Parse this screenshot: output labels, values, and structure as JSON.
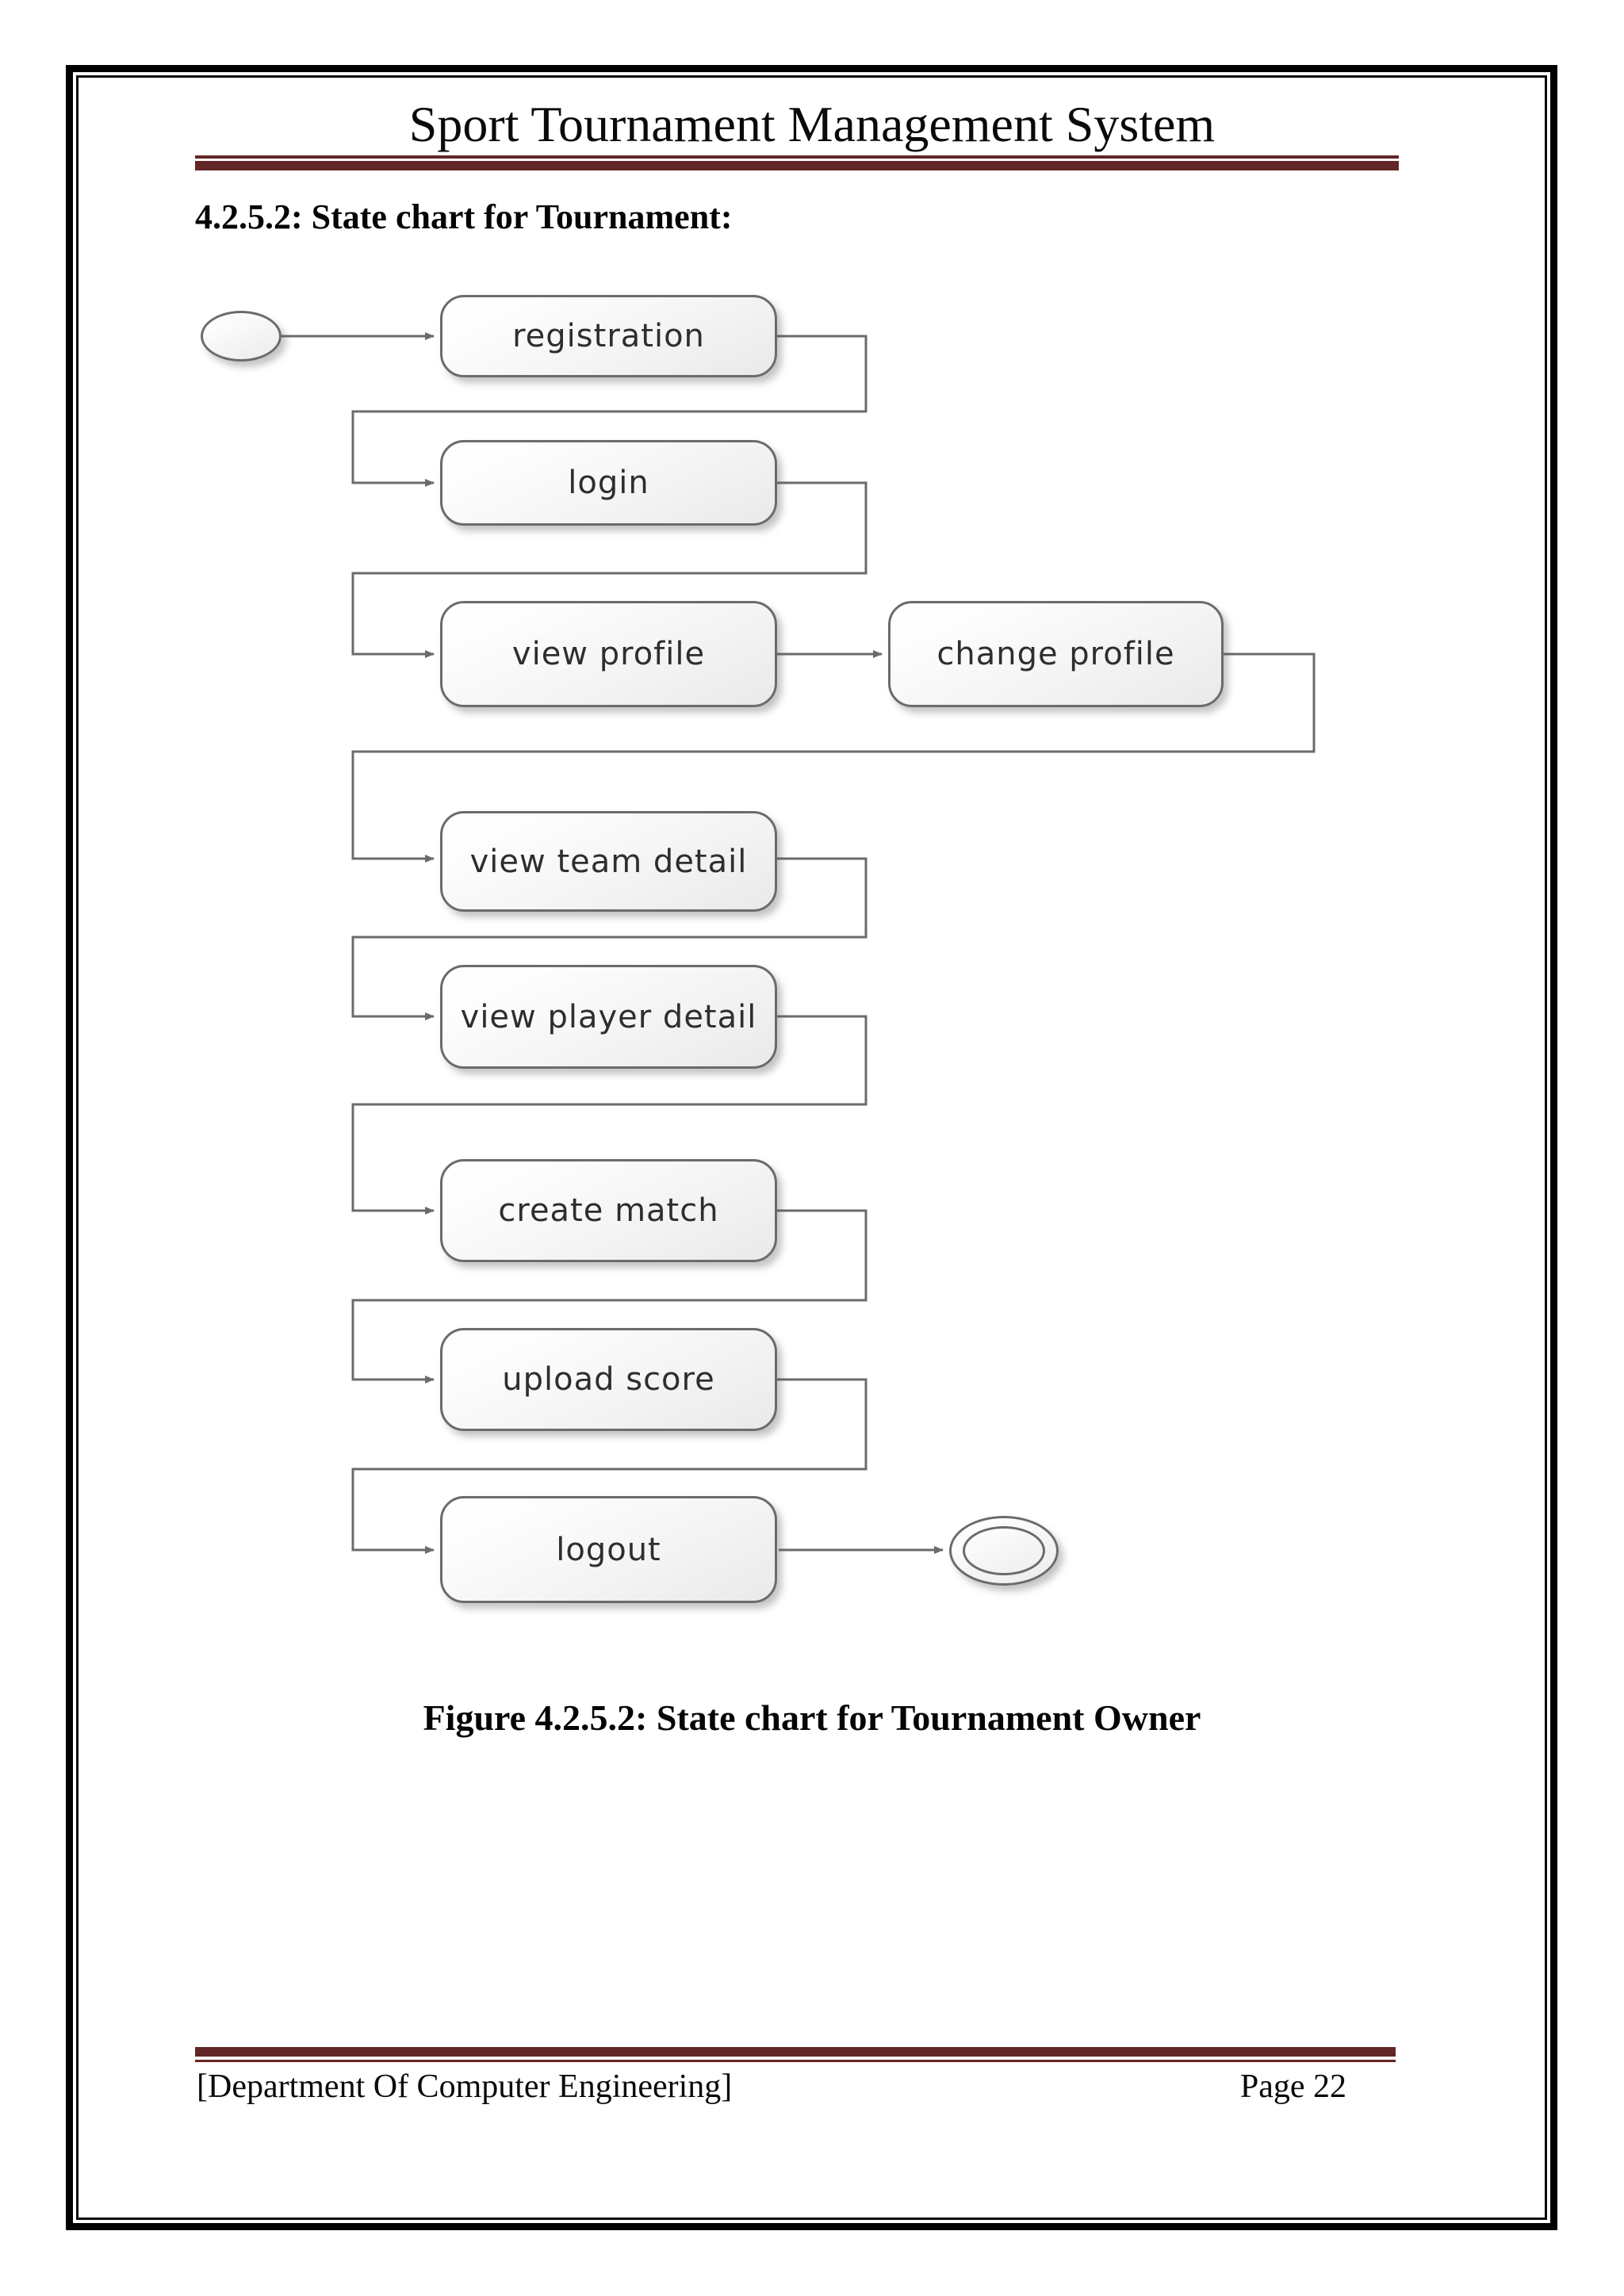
{
  "page": {
    "title": "Sport Tournament Management System",
    "section_heading": "4.2.5.2: State chart for Tournament:",
    "figure_caption": "Figure 4.2.5.2: State chart for Tournament Owner",
    "footer": {
      "left_text": "[Department Of Computer Engineering]",
      "page_label": "Page 22"
    }
  },
  "diagram": {
    "type": "uml-state-chart",
    "initial_state": {
      "shape": "ellipse"
    },
    "final_state": {
      "shape": "double-ellipse"
    },
    "states": [
      {
        "id": "registration",
        "label": "registration"
      },
      {
        "id": "login",
        "label": "login"
      },
      {
        "id": "view-profile",
        "label": "view profile"
      },
      {
        "id": "change-profile",
        "label": "change profile"
      },
      {
        "id": "view-team-detail",
        "label": "view team detail"
      },
      {
        "id": "view-player-detail",
        "label": "view player detail"
      },
      {
        "id": "create-match",
        "label": "create match"
      },
      {
        "id": "upload-score",
        "label": "upload score"
      },
      {
        "id": "logout",
        "label": "logout"
      }
    ],
    "transitions": [
      {
        "from": "initial",
        "to": "registration"
      },
      {
        "from": "registration",
        "to": "login"
      },
      {
        "from": "login",
        "to": "view profile"
      },
      {
        "from": "view profile",
        "to": "change profile"
      },
      {
        "from": "change profile",
        "to": "view team detail"
      },
      {
        "from": "view team detail",
        "to": "view player detail"
      },
      {
        "from": "view player detail",
        "to": "create match"
      },
      {
        "from": "create match",
        "to": "upload score"
      },
      {
        "from": "upload score",
        "to": "logout"
      },
      {
        "from": "logout",
        "to": "final"
      }
    ],
    "colors": {
      "accent_rule": "#632626",
      "box_border": "#6b6b6b",
      "box_fill_top": "#fefefe",
      "box_fill_bottom": "#e9e9e9",
      "label_text": "#2e2e2e",
      "connector": "#6b6b6b"
    }
  }
}
